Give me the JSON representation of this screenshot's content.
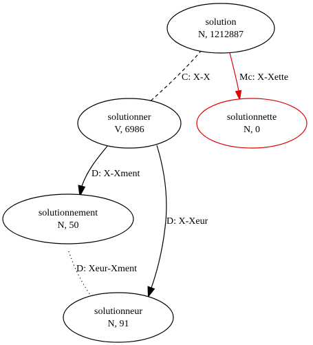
{
  "nodes": {
    "solution": {
      "name": "solution",
      "info": "N, 1212887"
    },
    "solutionner": {
      "name": "solutionner",
      "info": "V, 6986"
    },
    "solutionnette": {
      "name": "solutionnette",
      "info": "N, 0",
      "color": "#e00000"
    },
    "solutionnement": {
      "name": "solutionnement",
      "info": "N, 50"
    },
    "solutionneur": {
      "name": "solutionneur",
      "info": "N, 91"
    }
  },
  "edges": {
    "solution_solutionner": {
      "label": "C: X-X",
      "style": "dashed",
      "arrow": false
    },
    "solution_solutionnette": {
      "label": "Mc: X-Xette",
      "style": "solid",
      "color": "#e00000",
      "arrow": true
    },
    "solutionner_solutionnement": {
      "label": "D: X-Xment",
      "style": "solid",
      "arrow": true
    },
    "solutionner_solutionneur": {
      "label": "D: X-Xeur",
      "style": "solid",
      "arrow": true
    },
    "solutionnement_solutionneur": {
      "label": "D: Xeur-Xment",
      "style": "dotted",
      "arrow": false
    }
  }
}
